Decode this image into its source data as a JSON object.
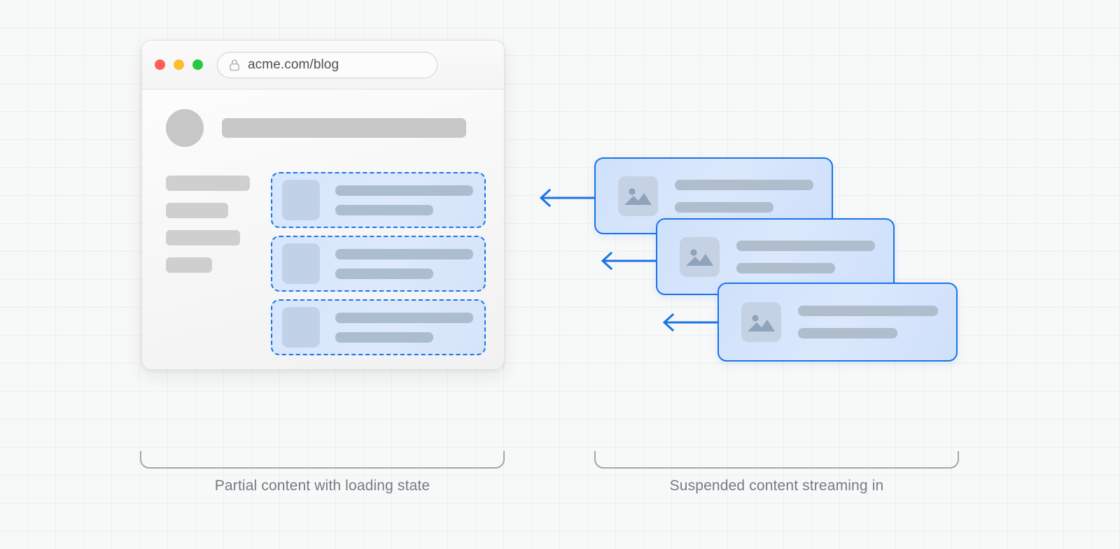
{
  "theme": {
    "background": "#f7f8f8",
    "grid_line": "#ededee",
    "accent_blue": "#1a73e8",
    "skeleton_gray": "#c7c7c8",
    "caption_gray": "#767a82",
    "bracket_gray": "#a6a6a8"
  },
  "browser": {
    "traffic_lights": [
      {
        "name": "close",
        "color": "#ff5f57"
      },
      {
        "name": "minimize",
        "color": "#febc2e"
      },
      {
        "name": "zoom",
        "color": "#28c840"
      }
    ],
    "url": "acme.com/blog",
    "lock_icon": "lock-icon",
    "sidebar_placeholders": [
      {
        "width": "100%"
      },
      {
        "width": "74%"
      },
      {
        "width": "88%"
      },
      {
        "width": "55%"
      }
    ],
    "header": {
      "avatar": "avatar-placeholder",
      "title_bar": "title-skeleton-bar"
    },
    "loading_cards": [
      {
        "id": 1,
        "thumb": "thumbnail-placeholder",
        "lines": 2
      },
      {
        "id": 2,
        "thumb": "thumbnail-placeholder",
        "lines": 2
      },
      {
        "id": 3,
        "thumb": "thumbnail-placeholder",
        "lines": 2
      }
    ]
  },
  "stream": {
    "cards": [
      {
        "id": 1,
        "icon": "image-placeholder-icon",
        "lines": 2
      },
      {
        "id": 2,
        "icon": "image-placeholder-icon",
        "lines": 2
      },
      {
        "id": 3,
        "icon": "image-placeholder-icon",
        "lines": 2
      }
    ],
    "arrows": [
      {
        "id": 1,
        "direction": "left"
      },
      {
        "id": 2,
        "direction": "left"
      },
      {
        "id": 3,
        "direction": "left"
      }
    ]
  },
  "captions": {
    "left": "Partial content with loading state",
    "right": "Suspended content streaming in"
  }
}
